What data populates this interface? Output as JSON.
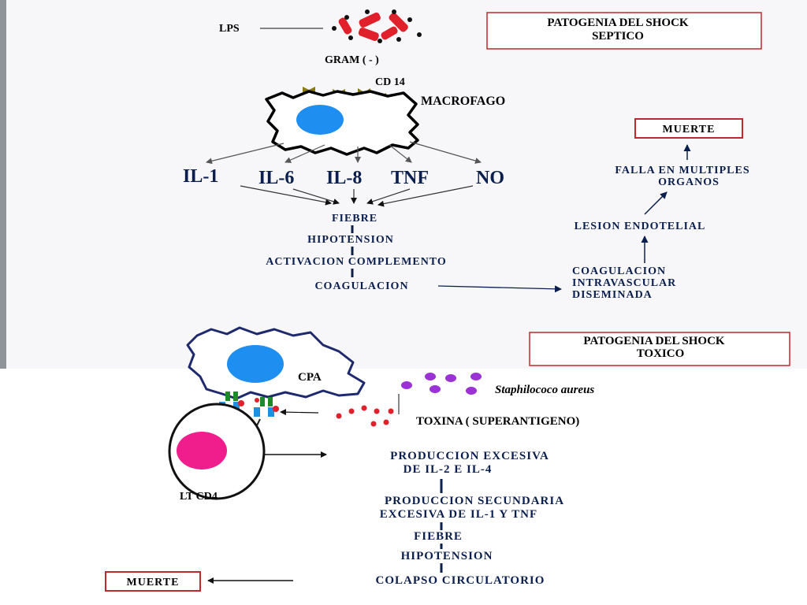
{
  "septic": {
    "title_line1": "PATOGENIA DEL SHOCK",
    "title_line2": "SEPTICO",
    "lps": "LPS",
    "gram": "GRAM ( - )",
    "cd14": "CD 14",
    "macrophage": "MACROFAGO",
    "cytokines": [
      "IL-1",
      "IL-6",
      "IL-8",
      "TNF",
      "NO"
    ],
    "steps": [
      "FIEBRE",
      "HIPOTENSION",
      "ACTIVACION COMPLEMENTO",
      "COAGULACION"
    ],
    "dic_line1": "COAGULACION",
    "dic_line2": "INTRAVASCULAR",
    "dic_line3": "DISEMINADA",
    "endothelial": "LESION ENDOTELIAL",
    "mof_line1": "FALLA EN MULTIPLES",
    "mof_line2": "ORGANOS",
    "death": "MUERTE"
  },
  "toxic": {
    "title_line1": "PATOGENIA DEL SHOCK",
    "title_line2": "TOXICO",
    "apc": "CPA",
    "bacteria": "Staphilococo aureus",
    "toxin": "TOXINA  ( SUPERANTIGENO)",
    "tcell": "LT CD4",
    "prod1_line1": "PRODUCCION EXCESIVA",
    "prod1_line2": "DE IL-2 E IL-4",
    "prod2_line1": "PRODUCCION SECUNDARIA",
    "prod2_line2": "EXCESIVA DE IL-1 Y TNF",
    "fever": "FIEBRE",
    "hypotension": "HIPOTENSION",
    "collapse": "COLAPSO CIRCULATORIO",
    "death": "MUERTE"
  },
  "colors": {
    "text_navy": "#0b1f4e",
    "box_red": "#c0282c",
    "bacteria_red": "#e0202a",
    "nucleus_blue": "#1e8ef0",
    "cd14_olive": "#8a7a12",
    "tcell_magenta": "#f01e8c",
    "staph_purple": "#9a32d6",
    "receptor_green": "#1f8a2a",
    "receptor_blue": "#1e90e0"
  }
}
